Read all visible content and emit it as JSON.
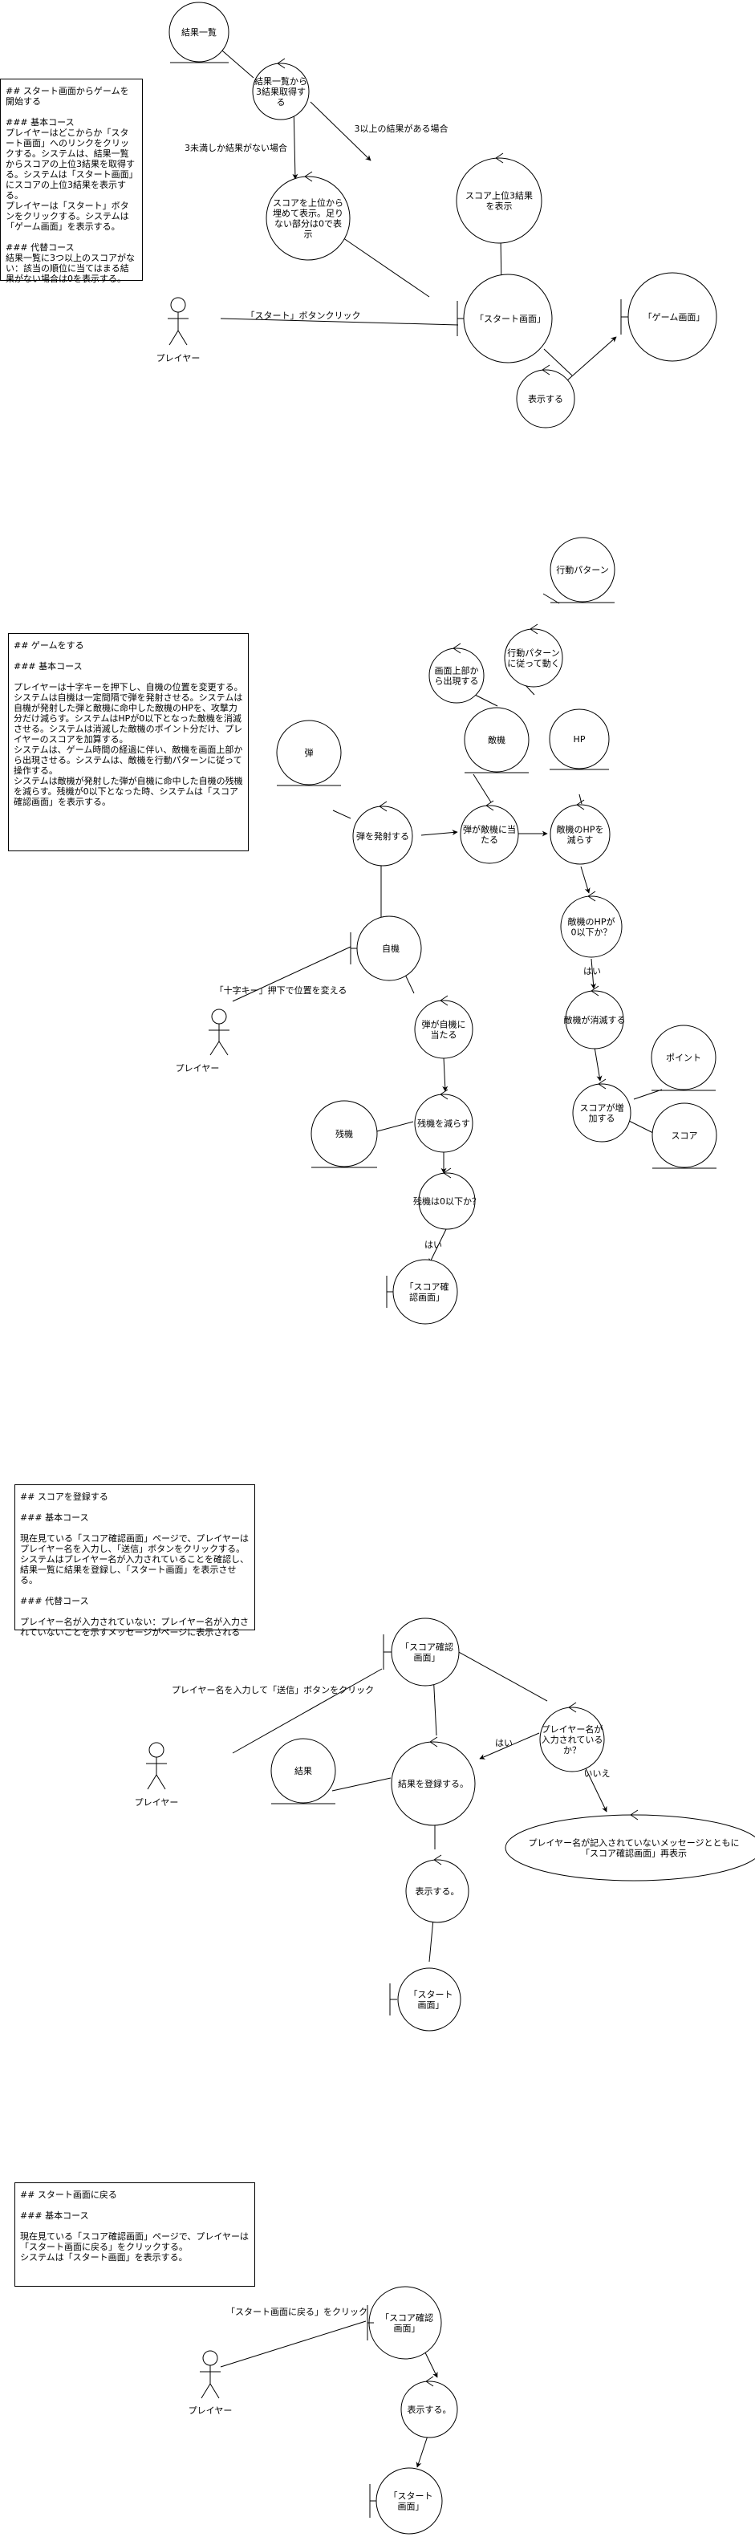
{
  "notes": {
    "n1": "## スタート画面からゲームを開始する\n\n### 基本コース\nプレイヤーはどこからか「スタート画面」へのリンクをクリックする。システムは、結果一覧からスコアの上位3結果を取得する。システムは「スタート画面」にスコアの上位3結果を表示する。\nプレイヤーは「スタート」ボタンをクリックする。システムは「ゲーム画面」を表示する。\n\n### 代替コース\n結果一覧に3つ以上のスコアがない：該当の順位に当てはまる結果がない場合は0を表示する。",
    "n2": "## ゲームをする\n\n### 基本コース\n\nプレイヤーは十字キーを押下し、自機の位置を変更する。システムは自機は一定間隔で弾を発射させる。システムは自機が発射した弾と敵機に命中した敵機のHPを、攻撃力分だけ減らす。システムはHPが0以下となった敵機を消滅させる。システムは消滅した敵機のポイント分だけ、プレイヤーのスコアを加算する。\nシステムは、ゲーム時間の経過に伴い、敵機を画面上部から出現させる。システムは、敵機を行動パターンに従って操作する。\nシステムは敵機が発射した弾が自機に命中した自機の残機を減らす。残機が0以下となった時、システムは「スコア確認画面」を表示する。",
    "n3": "## スコアを登録する\n\n### 基本コース\n\n現在見ている「スコア確認画面」ページで、プレイヤーはプレイヤー名を入力し、「送信」ボタンをクリックする。\nシステムはプレイヤー名が入力されていることを確認し、結果一覧に結果を登録し、「スタート画面」を表示させる。\n\n### 代替コース\n\nプレイヤー名が入力されていない：プレイヤー名が入力されていないことを示すメッセージがページに表示される",
    "n4": "## スタート画面に戻る\n\n### 基本コース\n\n現在見ている「スコア確認画面」ページで、プレイヤーは「スタート画面に戻る」をクリックする。\nシステムは「スタート画面」を表示する。"
  },
  "sec1": {
    "entity_results": "結果一覧",
    "ctrl_get_top3": "結果一覧から3結果取得する",
    "ctrl_fill_zero": "スコアを上位から埋めて表示。足りない部分は0で表示",
    "ctrl_show_top3": "スコア上位3結果を表示",
    "boundary_start": "「スタート画面」",
    "boundary_game": "「ゲーム画面」",
    "ctrl_display": "表示する",
    "actor": "プレイヤー",
    "edge_less3": "3未満しか結果がない場合",
    "edge_3plus": "3以上の結果がある場合",
    "edge_click_start": "「スタート」ボタンクリック"
  },
  "sec2": {
    "entity_pattern": "行動パターン",
    "ctrl_follow_pattern": "行動パターンに従って動く",
    "ctrl_appear": "画面上部から出現する",
    "entity_enemy": "敵機",
    "entity_bullet": "弾",
    "entity_hp": "HP",
    "ctrl_fire": "弾を発射する",
    "ctrl_hit_enemy": "弾が敵機に当たる",
    "ctrl_reduce_hp": "敵機のHPを減らす",
    "ctrl_hp_check": "敵機のHPが0以下か？",
    "edge_yes1": "はい",
    "ctrl_destroy": "敵機が消滅する",
    "entity_point": "ポイント",
    "ctrl_add_score": "スコアが増加する",
    "entity_score": "スコア",
    "boundary_player_ship": "自機",
    "edge_cross_key": "「十字キー」押下で位置を変える",
    "actor": "プレイヤー",
    "ctrl_hit_player": "弾が自機に当たる",
    "entity_lives": "残機",
    "ctrl_reduce_lives": "残機を減らす",
    "ctrl_lives_check": "残機は0以下か？",
    "edge_yes2": "はい",
    "boundary_score_confirm": "「スコア確認画面」"
  },
  "sec3": {
    "boundary_score_confirm": "「スコア確認画面」",
    "edge_input_send": "プレイヤー名を入力して「送信」ボタンをクリック",
    "actor": "プレイヤー",
    "ctrl_name_check": "プレイヤー名が入力されているか？",
    "edge_yes": "はい",
    "edge_no": "いいえ",
    "entity_result": "結果",
    "ctrl_register": "結果を登録する。",
    "ctrl_error_msg": "プレイヤー名が記入されていないメッセージとともに「スコア確認画面」再表示",
    "ctrl_display": "表示する。",
    "boundary_start": "「スタート画面」"
  },
  "sec4": {
    "boundary_score_confirm": "「スコア確認画面」",
    "edge_back": "「スタート画面に戻る」をクリック",
    "actor": "プレイヤー",
    "ctrl_display": "表示する。",
    "boundary_start": "「スタート画面」"
  }
}
